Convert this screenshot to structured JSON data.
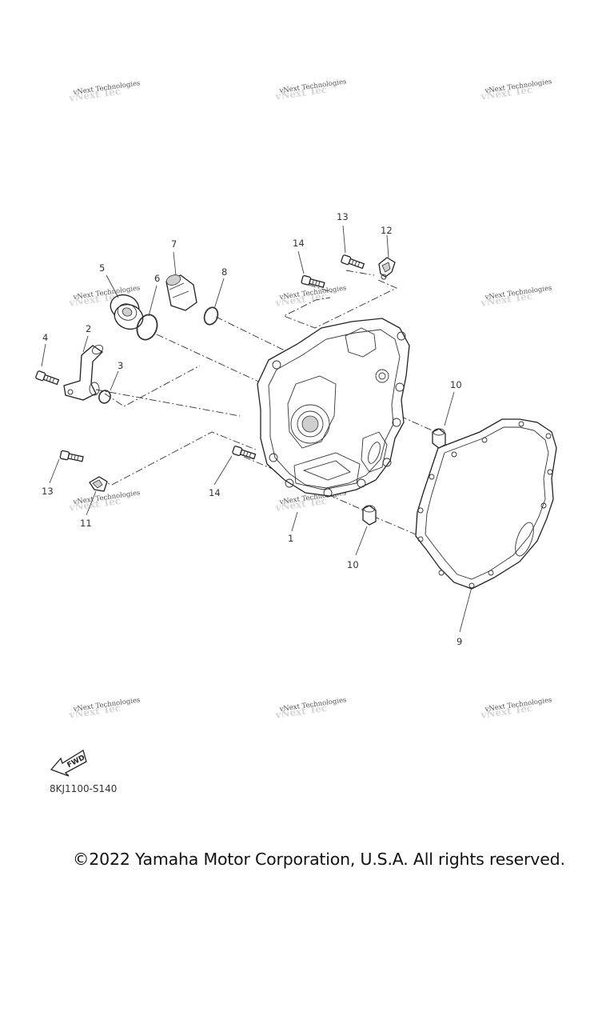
{
  "watermark": {
    "text": "vNext Technologies"
  },
  "callouts": [
    {
      "id": "c1",
      "label": "1"
    },
    {
      "id": "c2",
      "label": "2"
    },
    {
      "id": "c3",
      "label": "3"
    },
    {
      "id": "c4",
      "label": "4"
    },
    {
      "id": "c5",
      "label": "5"
    },
    {
      "id": "c6",
      "label": "6"
    },
    {
      "id": "c7",
      "label": "7"
    },
    {
      "id": "c8",
      "label": "8"
    },
    {
      "id": "c9",
      "label": "9"
    },
    {
      "id": "c10a",
      "label": "10"
    },
    {
      "id": "c10b",
      "label": "10"
    },
    {
      "id": "c11",
      "label": "11"
    },
    {
      "id": "c12",
      "label": "12"
    },
    {
      "id": "c13a",
      "label": "13"
    },
    {
      "id": "c13b",
      "label": "13"
    },
    {
      "id": "c14a",
      "label": "14"
    },
    {
      "id": "c14b",
      "label": "14"
    }
  ],
  "fwd_label": "FWD",
  "diagram_code": "8KJ1100-S140",
  "copyright": "©2022 Yamaha Motor Corporation, U.S.A. All rights reserved."
}
